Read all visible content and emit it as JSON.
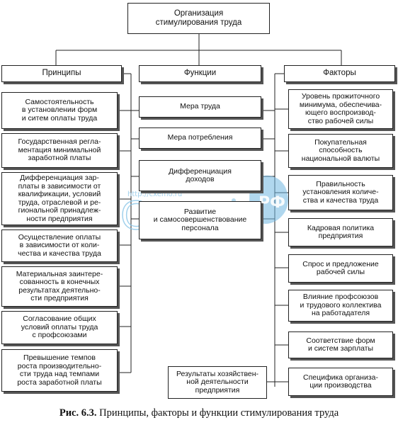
{
  "root": {
    "title": "Организация\nстимулирования труда"
  },
  "principles": {
    "header": "Принципы",
    "items": [
      "Самостоятельность\nв установлении форм\nи ситем оплаты труда",
      "Государственная регла-\nментация минимальной\nзаработной платы",
      "Дифференциация зар-\nплаты в зависимости от\nквалификации, условий\nтруда, отраслевой и ре-\nгиональной принадлеж-\nности предприятия",
      "Осуществление оплаты\nв зависимости от коли-\nчества и качества труда",
      "Материальная заинтере-\nсованность в конечных\nрезультатах деятельно-\nсти предприятия",
      "Согласование общих\nусловий оплаты труда\nс профсоюзами",
      "Превышение темпов\nроста производительно-\nсти труда над темпами\nроста заработной платы"
    ]
  },
  "functions": {
    "header": "Функции",
    "items": [
      "Мера труда",
      "Мера потребления",
      "Дифференциация\nдоходов",
      "Развитие\nи самосовершенствование\nперсонала"
    ],
    "result": "Результаты хозяйствен-\nной деятельности\nпредприятия"
  },
  "factors": {
    "header": "Факторы",
    "items": [
      "Уровень прожиточного\nминимума, обеспечива-\nющего воспроизвод-\nство рабочей силы",
      "Покупательная\nспособность\nнациональной валюты",
      "Правильность\nустановления количе-\nства и качества труда",
      "Кадровая политика\nпредприятия",
      "Спрос и предложение\nрабочей силы",
      "Влияние профсоюзов\nи трудового коллектива\nна работадателя",
      "Соответствие форм\nи систем зарплаты",
      "Специфика организа-\nции производства"
    ]
  },
  "watermark": {
    "text": "Схемо",
    "url": "http://cxemo.ru",
    "badge": "РФ"
  },
  "caption": {
    "label": "Рис. 6.3.",
    "text": " Принципы, факторы и функции стимулирования труда"
  }
}
